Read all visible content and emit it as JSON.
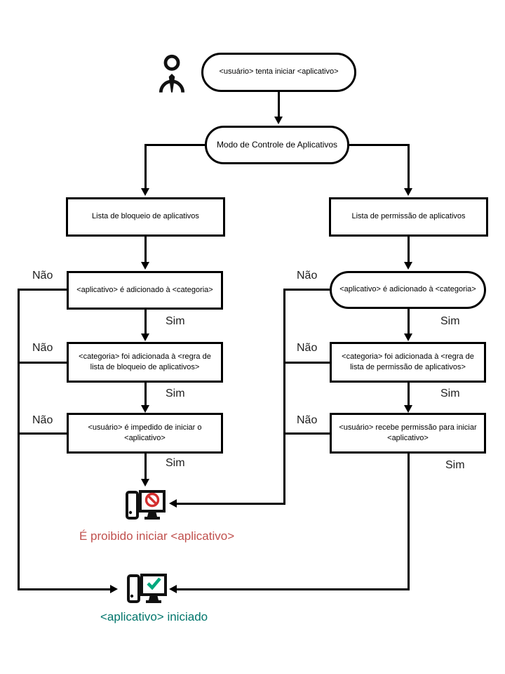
{
  "diagram": {
    "type": "flowchart",
    "language": "pt-BR",
    "nodes": {
      "start": "<usuário> tenta iniciar <aplicativo>",
      "mode": "Modo de Controle de Aplicativos",
      "blocklist": "Lista de bloqueio de aplicativos",
      "allowlist": "Lista de permissão de aplicativos",
      "block_category": "<aplicativo> é adicionado à <categoria>",
      "block_rule": "<categoria> foi adicionada à <regra de lista de bloqueio de aplicativos>",
      "block_denied": "<usuário> é impedido de iniciar o <aplicativo>",
      "allow_category": "<aplicativo> é adicionado à <categoria>",
      "allow_rule": "<categoria> foi adicionada à <regra de lista de permissão de aplicativos>",
      "allow_granted": "<usuário> recebe permissão para iniciar <aplicativo>",
      "result_blocked": "É proibido iniciar <aplicativo>",
      "result_started": "<aplicativo> iniciado"
    },
    "edge_labels": {
      "yes": "Sim",
      "no": "Não"
    },
    "icons": {
      "user-icon": "person with tie outline",
      "blocked-computer-icon": "desktop computer with red prohibition sign",
      "started-computer-icon": "desktop computer with green checkmark"
    },
    "colors": {
      "line": "#000000",
      "blocked_text": "#c0504d",
      "started_text": "#00756b",
      "prohibition_sign": "#d32f2f",
      "checkmark": "#00a87e"
    }
  }
}
